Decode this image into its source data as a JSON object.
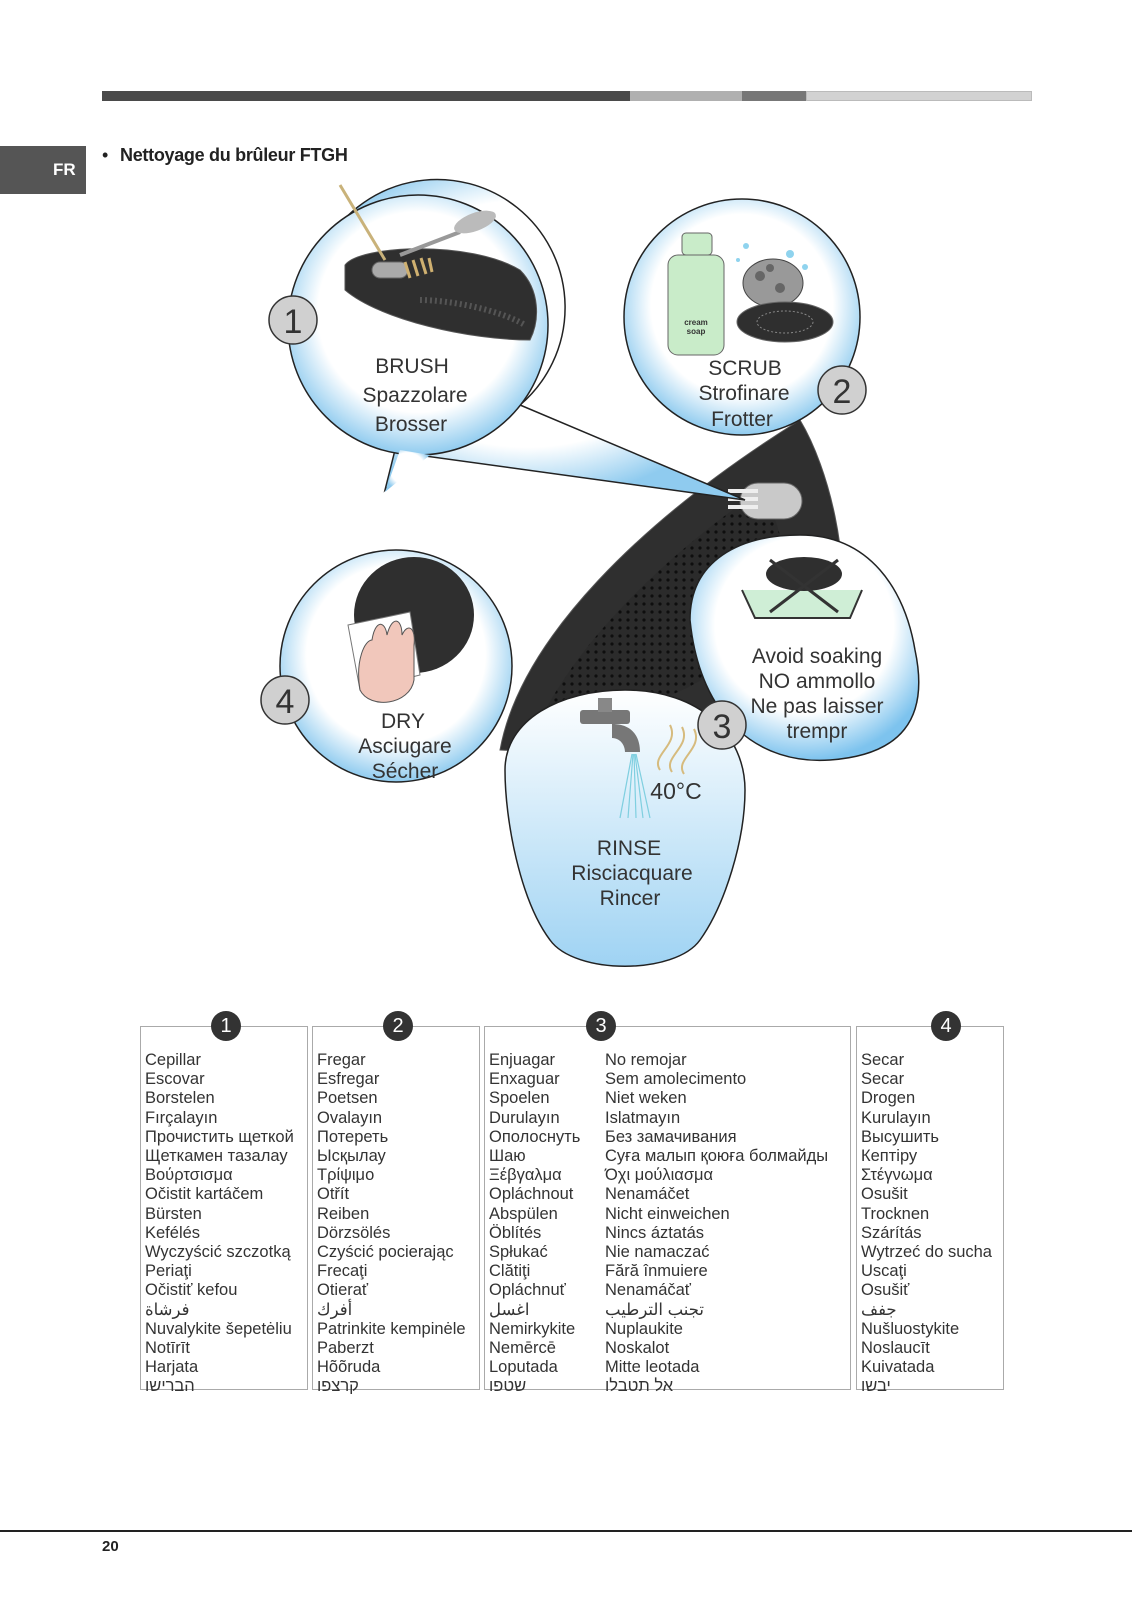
{
  "header": {
    "lang_tab": "FR",
    "section_title": "Nettoyage du brûleur FTGH",
    "bar_colors": [
      "#4a4a4a",
      "#b0b0b0",
      "#777777",
      "#d2d2d2"
    ]
  },
  "steps": {
    "s1": {
      "num": "1",
      "l1": "BRUSH",
      "l2": "Spazzolare",
      "l3": "Brosser"
    },
    "s2": {
      "num": "2",
      "l1": "SCRUB",
      "l2": "Strofinare",
      "l3": "Frotter",
      "bottle": "cream soap"
    },
    "s3": {
      "num": "3",
      "l1": "RINSE",
      "l2": "Risciacquare",
      "l3": "Rincer",
      "temp": "40°C"
    },
    "s4": {
      "num": "4",
      "l1": "DRY",
      "l2": "Asciugare",
      "l3": "Sécher"
    },
    "avoid": {
      "l1": "Avoid soaking",
      "l2": "NO ammollo",
      "l3": "Ne pas laisser",
      "l4": "trempr"
    }
  },
  "translations": {
    "col1": {
      "num": "1",
      "items": [
        "Cepillar",
        "Escovar",
        "Borstelen",
        "Fırçalayın",
        "Прочистить щеткой",
        "Щеткамен тазалау",
        "Βούρτσισμα",
        "Očistit kartáčem",
        "Bürsten",
        "Kefélés",
        "Wyczyścić szczotką",
        "Periaţi",
        "Očistiť kefou",
        "فرشاة",
        "Nuvalykite šepetėliu",
        "Notīrīt",
        "Harjata",
        "הברישו"
      ]
    },
    "col2": {
      "num": "2",
      "items": [
        "Fregar",
        "Esfregar",
        "Poetsen",
        "Ovalayın",
        "Потереть",
        "Ысқылау",
        "Τρίψιμο",
        "Otřít",
        "Reiben",
        "Dörzsölés",
        "Czyścić pocierając",
        "Frecaţi",
        "Otierať",
        "أفرك",
        "Patrinkite kempinėle",
        "Paberzt",
        "Hõõruda",
        "קרצפו"
      ]
    },
    "col3a": {
      "num": "3",
      "items": [
        "Enjuagar",
        "Enxaguar",
        "Spoelen",
        "Durulayın",
        "Ополоснуть",
        "Шаю",
        "Ξέβγαλμα",
        "Opláchnout",
        "Abspülen",
        "Öblítés",
        "Spłukać",
        "Clătiţi",
        "Opláchnuť",
        "اغسل",
        "Nemirkykite",
        "Nemērcē",
        "Loputada",
        "שטפו"
      ]
    },
    "col3b": {
      "items": [
        "No remojar",
        "Sem amolecimento",
        "Niet weken",
        "Islatmayın",
        "Без замачивания",
        "Суға малып қоюға болмайды",
        "Όχι μούλιασμα",
        "Nenamáčet",
        "Nicht einweichen",
        "Nincs áztatás",
        "Nie namaczać",
        "Fără înmuiere",
        "Nenamáčať",
        "تجنب الترطيب",
        "Nuplaukite",
        "Noskalot",
        "Mitte leotada",
        "אל תטבלו"
      ]
    },
    "col4": {
      "num": "4",
      "items": [
        "Secar",
        "Secar",
        "Drogen",
        "Kurulayın",
        "Высушить",
        "Кептіру",
        "Στέγνωμα",
        "Osušit",
        "Trocknen",
        "Szárítás",
        "Wytrzeć do sucha",
        "Uscaţi",
        "Osušiť",
        "جفف",
        "Nušluostykite",
        "Noslaucīt",
        "Kuivatada",
        "יבשו"
      ]
    }
  },
  "footer": {
    "page_number": "20"
  }
}
